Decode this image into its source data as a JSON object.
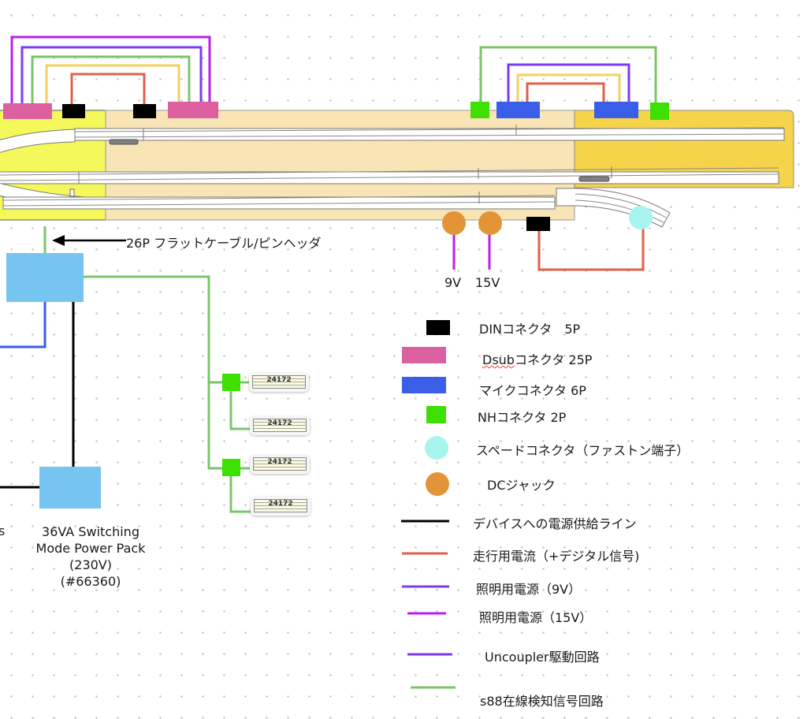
{
  "colors": {
    "board_left": "#f5f85a",
    "board_main": "#f8e4b4",
    "board_right": "#f5d44c",
    "din": "#000000",
    "dsub": "#dc5f9f",
    "mic": "#3a5ee8",
    "nh": "#3de000",
    "spade": "#a8f5f0",
    "dc_jack": "#e49438",
    "power_line": "#000000",
    "track_current": "#e06048",
    "light_9v": "#7d3bf0",
    "light_15v": "#b81ef2",
    "uncoupler": "#7d3bf0",
    "s88": "#7cc46c",
    "yellow_wire": "#f2d060",
    "controller_box": "#76c4f0"
  },
  "labels": {
    "flat_cable": "26P フラットケーブル/ピンヘッダ",
    "jack_9v": "9V",
    "jack_15v": "15V",
    "cutoff_text": "s",
    "psu": {
      "line1": "36VA Switching",
      "line2": "Mode Power Pack",
      "line3": "(230V)",
      "line4": "(#66360)"
    }
  },
  "s88_modules": [
    {
      "number": "24172"
    },
    {
      "number": "24172"
    },
    {
      "number": "24172"
    },
    {
      "number": "24172"
    }
  ],
  "legend": {
    "items": [
      {
        "symbol": "din-connector",
        "label_prefix": "DIN",
        "label": "コネクタ　5P"
      },
      {
        "symbol": "dsub-connector",
        "label_prefix": "Dsub",
        "label": "コネクタ 25P"
      },
      {
        "symbol": "mic-connector",
        "label_prefix": "",
        "label": "マイクコネクタ 6P"
      },
      {
        "symbol": "nh-connector",
        "label_prefix": "",
        "label": "NHコネクタ 2P"
      },
      {
        "symbol": "spade-connector",
        "label_prefix": "",
        "label": "スペードコネクタ（ファストン端子）"
      },
      {
        "symbol": "dc-jack",
        "label_prefix": "",
        "label": "DCジャック"
      },
      {
        "symbol": "power-line",
        "label_prefix": "",
        "label": "デバイスへの電源供給ライン"
      },
      {
        "symbol": "track-current-line",
        "label_prefix": "",
        "label": "走行用電流（+デジタル信号)"
      },
      {
        "symbol": "light-9v-line",
        "label_prefix": "",
        "label": "照明用電源（9V）"
      },
      {
        "symbol": "light-15v-line",
        "label_prefix": "",
        "label": "照明用電源（15V）"
      },
      {
        "symbol": "uncoupler-line",
        "label_prefix": "",
        "label": "Uncoupler駆動回路"
      },
      {
        "symbol": "s88-line",
        "label_prefix": "",
        "label": "s88在線検知信号回路"
      }
    ]
  }
}
